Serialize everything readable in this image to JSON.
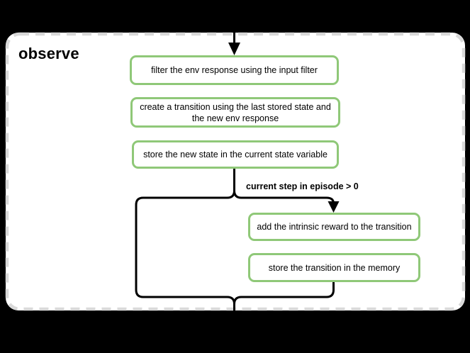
{
  "page": {
    "background_color": "#000000"
  },
  "diagram": {
    "group_label": "observe",
    "container": {
      "background_color": "#FFFFFF",
      "border_color": "#D9D9D9",
      "border_style": "dashed"
    },
    "node_style": {
      "border_color": "#8FC878",
      "background_color": "#FFFFFF",
      "text_color": "#000000"
    },
    "flow_line_color": "#000000",
    "condition_label": "current step in episode > 0",
    "nodes": [
      {
        "id": "filter-env-response",
        "label": "filter the env response using the input filter"
      },
      {
        "id": "create-transition",
        "label": "create a transition using the last stored state and the new env response"
      },
      {
        "id": "store-new-state",
        "label": "store the new state in the current state variable"
      },
      {
        "id": "add-intrinsic-reward",
        "label": "add the intrinsic reward to the transition"
      },
      {
        "id": "store-transition",
        "label": "store the transition in the memory"
      }
    ]
  }
}
